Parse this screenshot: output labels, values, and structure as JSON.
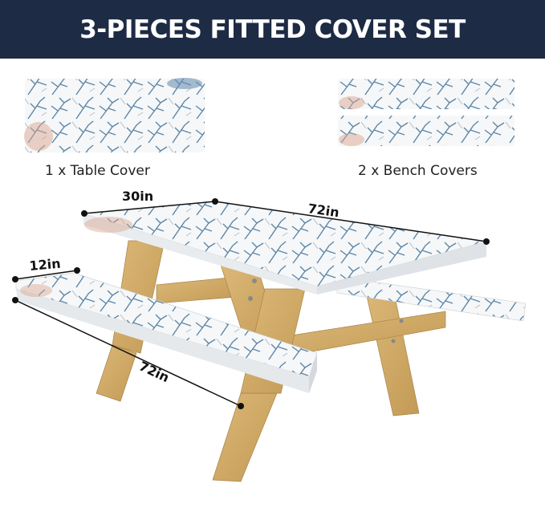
{
  "banner": {
    "title": "3-PIECES FITTED COVER SET",
    "background": "#1d2b45"
  },
  "pieces": [
    {
      "label": "1 x Table Cover"
    },
    {
      "label": "2 x Bench Covers"
    }
  ],
  "dimensions": {
    "table_width": "30in",
    "table_length": "72in",
    "bench_width": "12in",
    "bench_length": "72in"
  },
  "colors": {
    "coral_blue": "#5b86a8",
    "wood": "#d2ae6b",
    "wood_dark": "#b48d4e",
    "coral_peach": "#d9a58f"
  }
}
